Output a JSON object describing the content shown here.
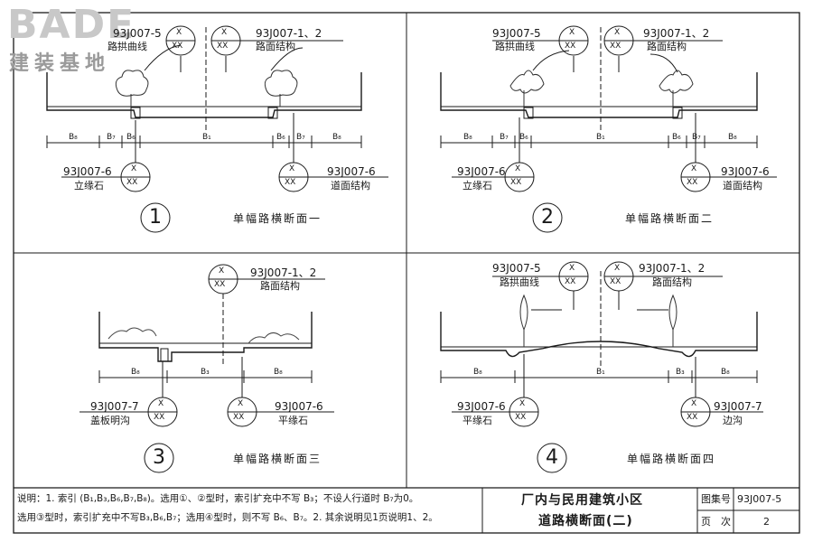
{
  "watermark": {
    "word": "BADE",
    "chinese": "建装基地"
  },
  "refs": {
    "code_5": "93J007-5",
    "code_12": "93J007-1、2",
    "code_6": "93J007-6",
    "code_7": "93J007-7",
    "road_curve": "路拱曲线",
    "road_structure": "路面结构",
    "curb_vertical": "立缘石",
    "road_surface_structure": "道面结构",
    "curb_flat": "平缘石",
    "cover_ditch": "盖板明沟",
    "side_ditch": "边沟",
    "bubble_top": "X",
    "bubble_bottom": "XX"
  },
  "dims": {
    "b8": "B₈",
    "b7": "B₇",
    "b6": "B₆",
    "b1": "B₁",
    "b3": "B₃"
  },
  "panels": [
    {
      "number": "1",
      "title": "单幅路横断面一"
    },
    {
      "number": "2",
      "title": "单幅路横断面二"
    },
    {
      "number": "3",
      "title": "单幅路横断面三"
    },
    {
      "number": "4",
      "title": "单幅路横断面四"
    }
  ],
  "notes": {
    "line1": "说明：1. 索引 (B₁,B₃,B₆,B₇,B₈)。选用①、②型时，索引扩充中不写 B₃；不设人行道时 B₇为0。",
    "line2": "选用③型时，索引扩充中不写B₃,B₆,B₇；选用④型时，则不写 B₆、B₇。2. 其余说明见1页说明1、2。"
  },
  "title_block": {
    "title_line1": "厂内与民用建筑小区",
    "title_line2": "道路横断面(二)",
    "atlas_label": "图集号",
    "atlas_value": "93J007-5",
    "page_label": "页　次",
    "page_value": "2"
  }
}
